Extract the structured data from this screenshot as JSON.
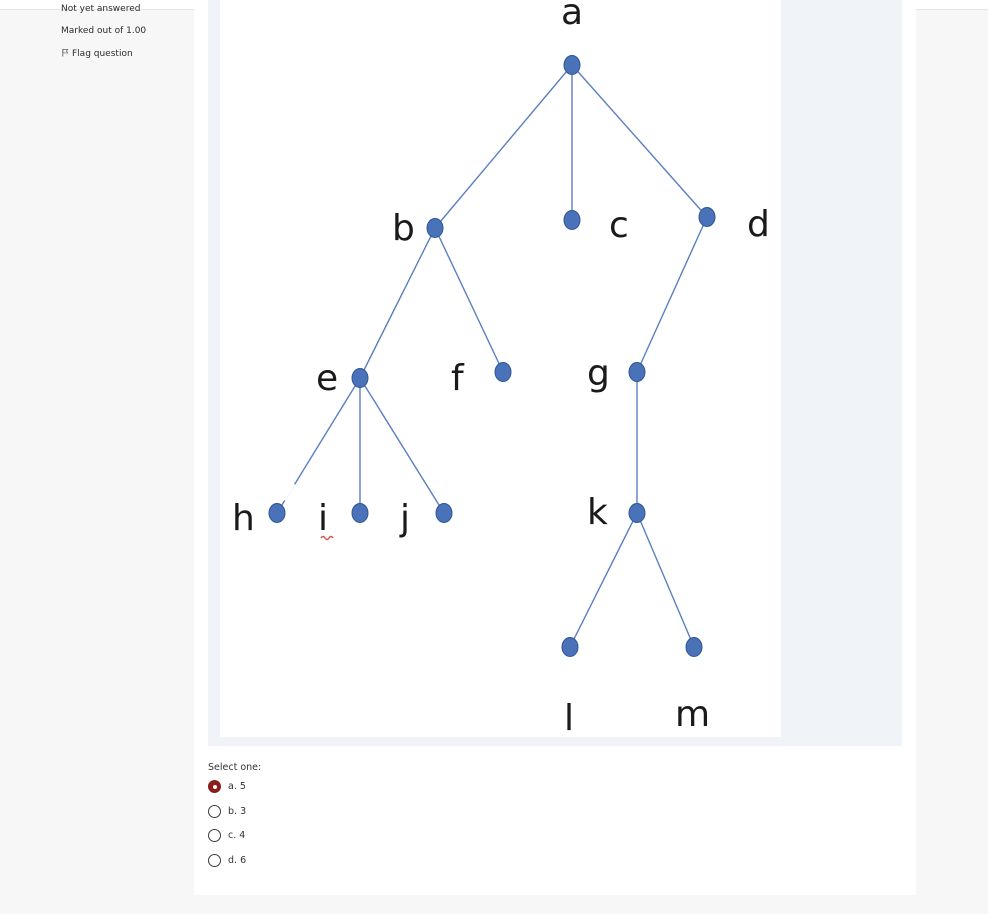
{
  "sidebar": {
    "status": "Not yet answered",
    "marked": "Marked out of 1.00",
    "flag_label": "Flag question",
    "flag_icon": "flag-icon"
  },
  "tree": {
    "labels": {
      "a": "a",
      "b": "b",
      "c": "c",
      "d": "d",
      "e": "e",
      "f": "f",
      "g": "g",
      "h": "h",
      "i": "i",
      "j": "j",
      "k": "k",
      "l": "l",
      "m": "m"
    },
    "node_color": "#4a72b8",
    "edge_color": "#5a7fc0"
  },
  "answer": {
    "prompt": "Select one:",
    "options": [
      {
        "label": "a. 5",
        "checked": true
      },
      {
        "label": "b. 3",
        "checked": false
      },
      {
        "label": "c. 4",
        "checked": false
      },
      {
        "label": "d. 6",
        "checked": false
      }
    ],
    "accent": "#8a1c1c"
  }
}
